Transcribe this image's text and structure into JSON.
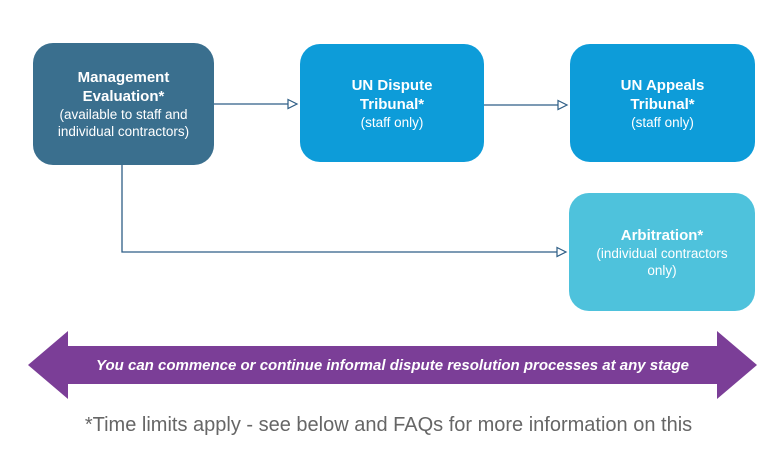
{
  "colors": {
    "box_dark": "#3A6F8E",
    "box_bright": "#0D9CD9",
    "box_light": "#4EC2DC",
    "box_text": "#FFFFFF",
    "banner_purple": "#7B3E97",
    "connector": "#2E5E86",
    "footnote_gray": "#666666"
  },
  "boxes": [
    {
      "title": "Management Evaluation*",
      "subtitle": "(available to staff and individual contractors)"
    },
    {
      "title": "UN Dispute Tribunal*",
      "subtitle": "(staff only)"
    },
    {
      "title": "UN Appeals Tribunal*",
      "subtitle": "(staff only)"
    },
    {
      "title": "Arbitration*",
      "subtitle": "(individual contractors only)"
    }
  ],
  "banner": {
    "label": "You can commence or continue informal dispute resolution processes at any stage"
  },
  "footnote": {
    "label": "*Time limits apply - see below and FAQs for more information on this"
  }
}
